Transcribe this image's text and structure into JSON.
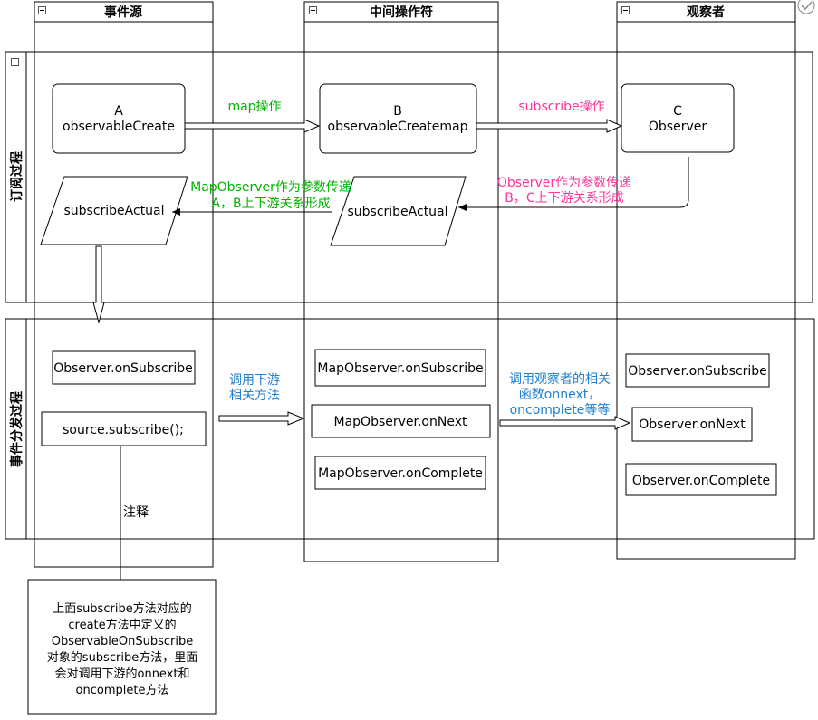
{
  "lanes": {
    "source": "事件源",
    "operator": "中间操作符",
    "observer": "观察者"
  },
  "pools": {
    "subscribe": "订阅过程",
    "dispatch": "事件分发过程"
  },
  "nodes": {
    "a_letter": "A",
    "a_name": "observableCreate",
    "b_letter": "B",
    "b_name": "observableCreatemap",
    "c_letter": "C",
    "c_name": "Observer",
    "sub_actual_left": "subscribeActual",
    "sub_actual_mid": "subscribeActual",
    "obs_on_subscribe_src": "Observer.onSubscribe",
    "source_subscribe": "source.subscribe();",
    "map_on_subscribe": "MapObserver.onSubscribe",
    "map_on_next": "MapObserver.onNext",
    "map_on_complete": "MapObserver.onComplete",
    "obs_on_subscribe": "Observer.onSubscribe",
    "obs_on_next": "Observer.onNext",
    "obs_on_complete": "Observer.onComplete"
  },
  "edges": {
    "map_op": "map操作",
    "subscribe_op": "subscribe操作",
    "map_observer_line1": "MapObserver作为参数传递",
    "map_observer_line2": "A，B上下游关系形成",
    "observer_param_line1": "Observer作为参数传递",
    "observer_param_line2": "B，C上下游关系形成",
    "call_down_line1": "调用下游",
    "call_down_line2": "相关方法",
    "call_obs_line1": "调用观察者的相关",
    "call_obs_line2": "函数onnext，",
    "call_obs_line3": "oncomplete等等",
    "note_label": "注释"
  },
  "note": {
    "line1": "上面subscribe方法对应的",
    "line2": "create方法中定义的",
    "line3": "ObservableOnSubscribe",
    "line4": "对象的subscribe方法，里面",
    "line5": "会对调用下游的onnext和",
    "line6": "oncomplete方法"
  },
  "colors": {
    "green": "#00b300",
    "pink": "#ff3399",
    "blue": "#1f7fd1",
    "line": "#000000"
  }
}
